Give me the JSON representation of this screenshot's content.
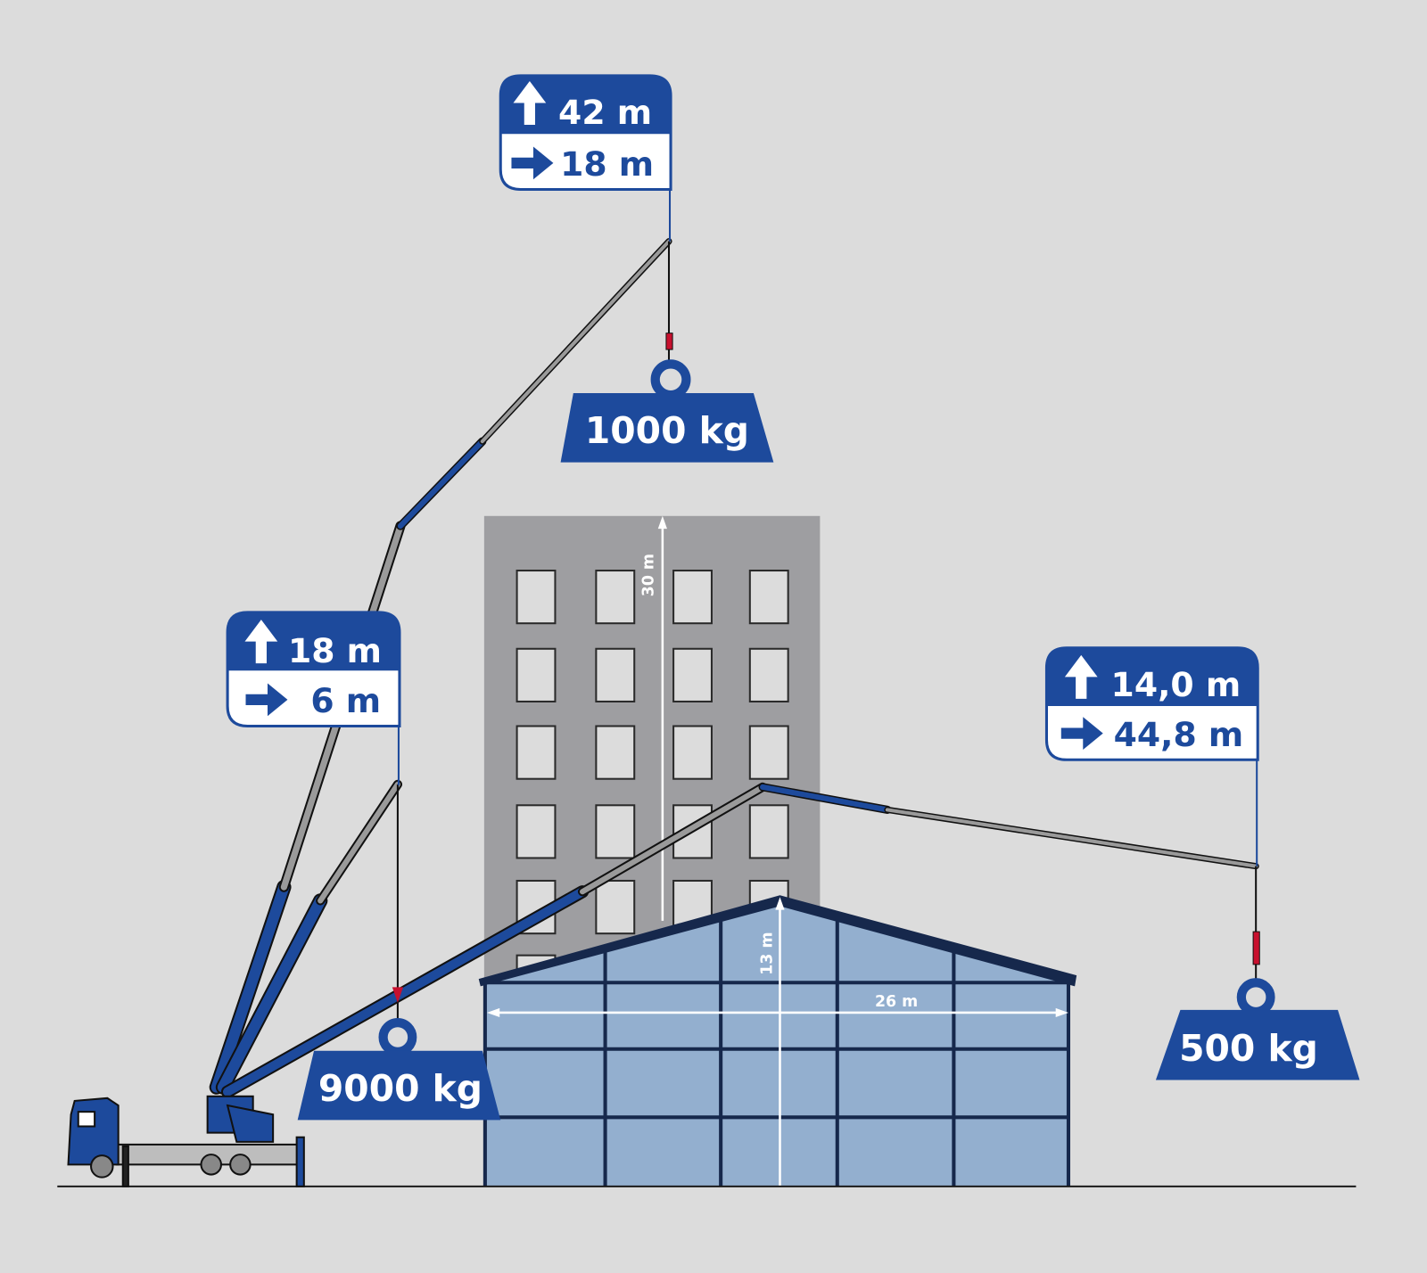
{
  "colors": {
    "brand_blue": "#1d4a9c",
    "background": "#dcdcdc",
    "tower": "#9e9ea1",
    "hall": "#93afcf",
    "navy": "#16284c",
    "hook_red": "#c8102e"
  },
  "configs": [
    {
      "height": "42 m",
      "reach": "18 m",
      "load": "1000 kg"
    },
    {
      "height": "18 m",
      "reach": "6 m",
      "load": "9000 kg"
    },
    {
      "height": "14,0 m",
      "reach": "44,8 m",
      "load": "500 kg"
    }
  ],
  "building": {
    "tower_height": "30 m",
    "hall_height": "13 m",
    "hall_width": "26 m"
  },
  "icons": {
    "height": "arrow-up-icon",
    "reach": "arrow-right-icon",
    "load": "weight-icon"
  }
}
